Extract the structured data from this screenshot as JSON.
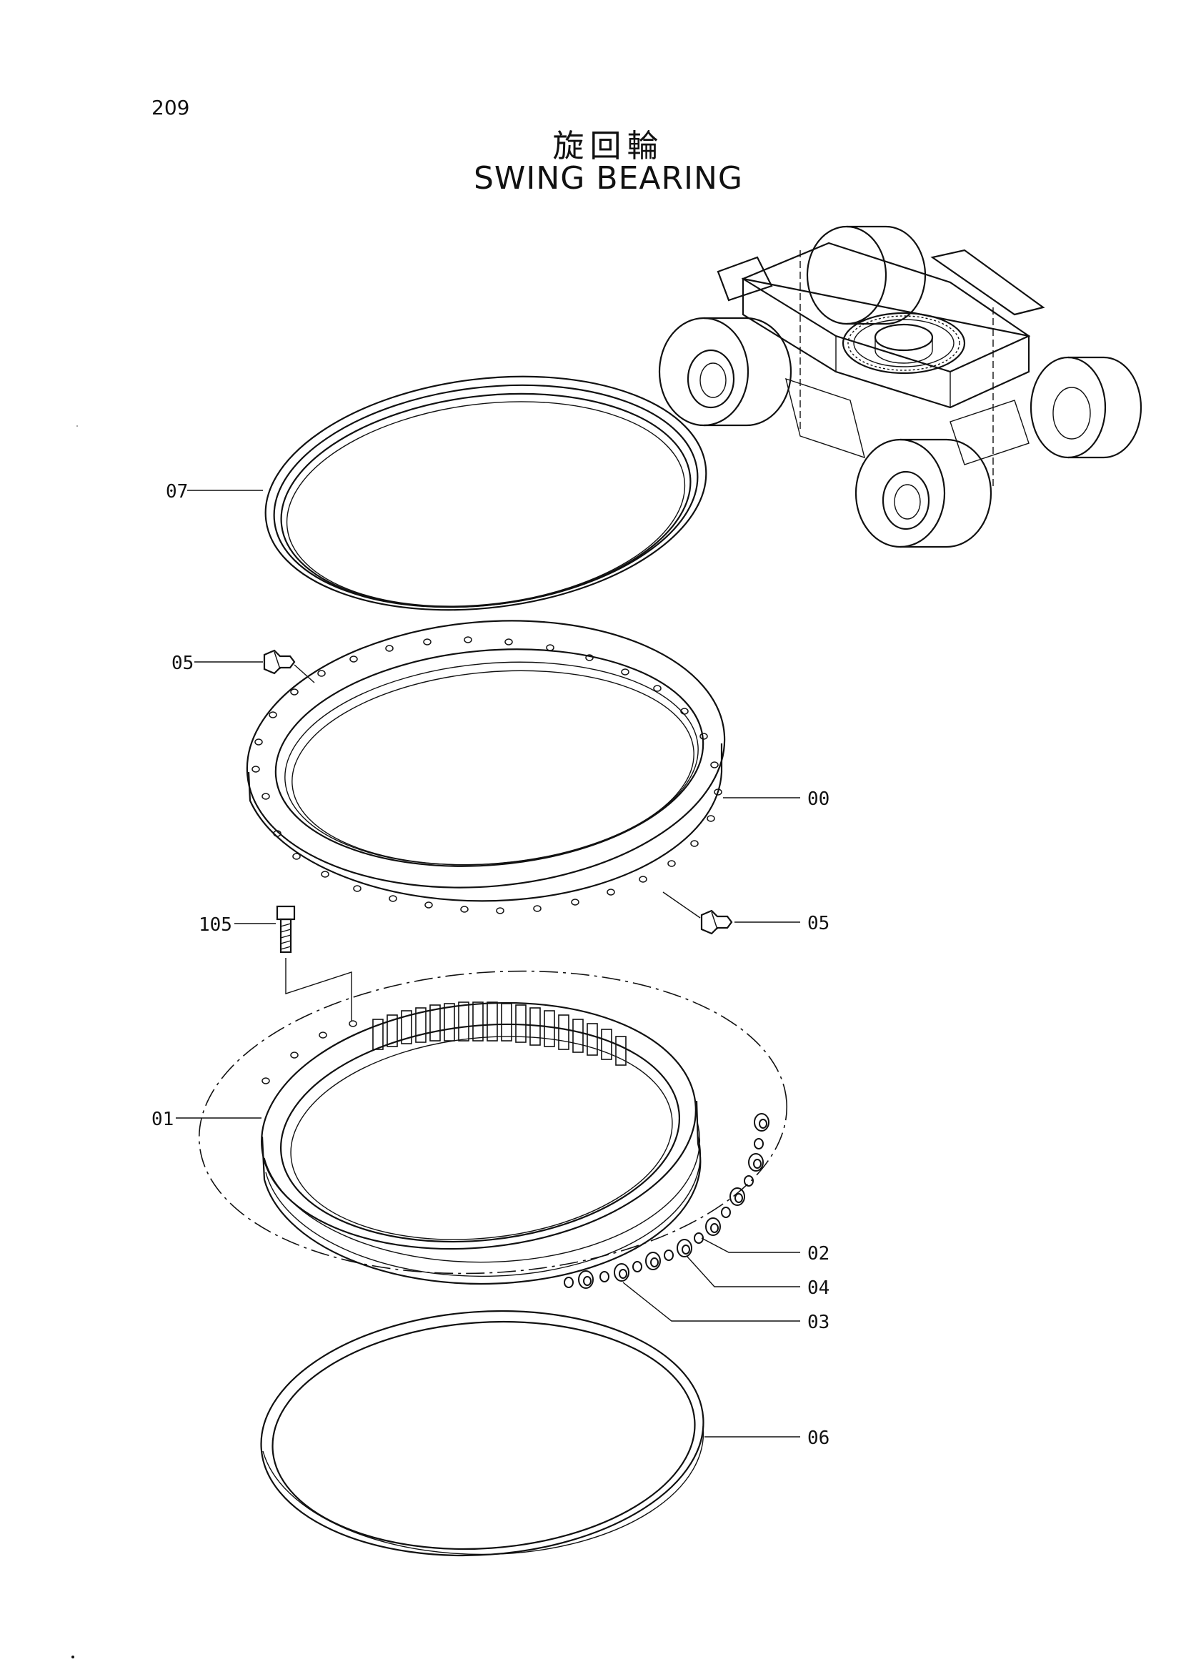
{
  "page": {
    "number": "209"
  },
  "title": {
    "japanese": "旋回輪",
    "english": "SWING  BEARING"
  },
  "callouts": [
    {
      "id": "07"
    },
    {
      "id": "05"
    },
    {
      "id": "00"
    },
    {
      "id": "105"
    },
    {
      "id": "05"
    },
    {
      "id": "01"
    },
    {
      "id": "02"
    },
    {
      "id": "04"
    },
    {
      "id": "03"
    },
    {
      "id": "06"
    }
  ],
  "icons": [
    "machine-overview-illustration",
    "seal-ring-icon",
    "bearing-outer-race-icon",
    "grease-fitting-icon",
    "bolt-icon",
    "inner-gear-race-icon",
    "roller-icon",
    "seal-ring-lower-icon"
  ]
}
